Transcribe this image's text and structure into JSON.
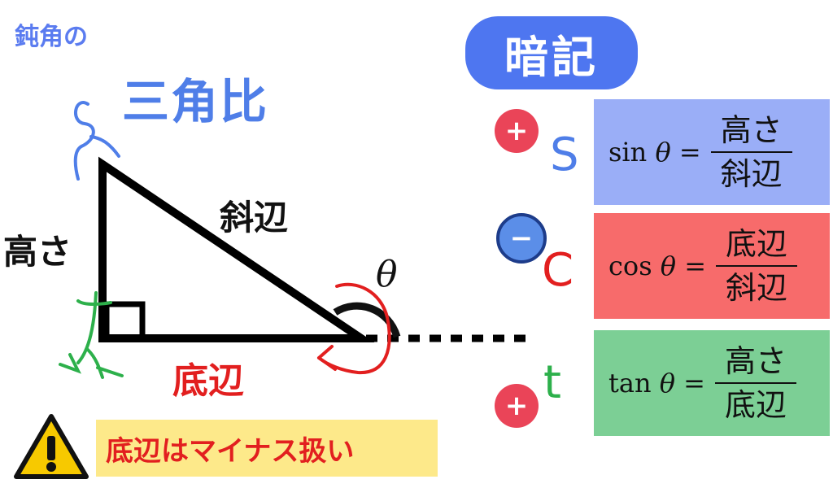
{
  "header": {
    "small_title": "鈍角の",
    "big_title": "三角比",
    "memo_label": "暗記"
  },
  "triangle": {
    "height_label": "高さ",
    "hypotenuse_label": "斜辺",
    "base_label": "底辺",
    "angle_label": "θ"
  },
  "warning": {
    "text": "底辺はマイナス扱い"
  },
  "formulas": [
    {
      "func": "sin",
      "var": "θ",
      "eq": "=",
      "numerator": "高さ",
      "denominator": "斜辺",
      "sign": "+",
      "letter": "S",
      "row_color": "#9aaef7",
      "sign_color": "#ea4458",
      "letter_color": "#4f7ee8"
    },
    {
      "func": "cos",
      "var": "θ",
      "eq": "=",
      "numerator": "底辺",
      "denominator": "斜辺",
      "sign": "−",
      "letter": "C",
      "row_color": "#f76b6b",
      "sign_color": "#5b8ee8",
      "letter_color": "#e21f1f"
    },
    {
      "func": "tan",
      "var": "θ",
      "eq": "=",
      "numerator": "高さ",
      "denominator": "底辺",
      "sign": "+",
      "letter": "t",
      "row_color": "#7ccf95",
      "sign_color": "#ea4458",
      "letter_color": "#2db04b"
    }
  ],
  "colors": {
    "blue": "#4f7ee8",
    "red": "#e21f1f",
    "green": "#2db04b",
    "warn_bg": "#fde98a"
  }
}
